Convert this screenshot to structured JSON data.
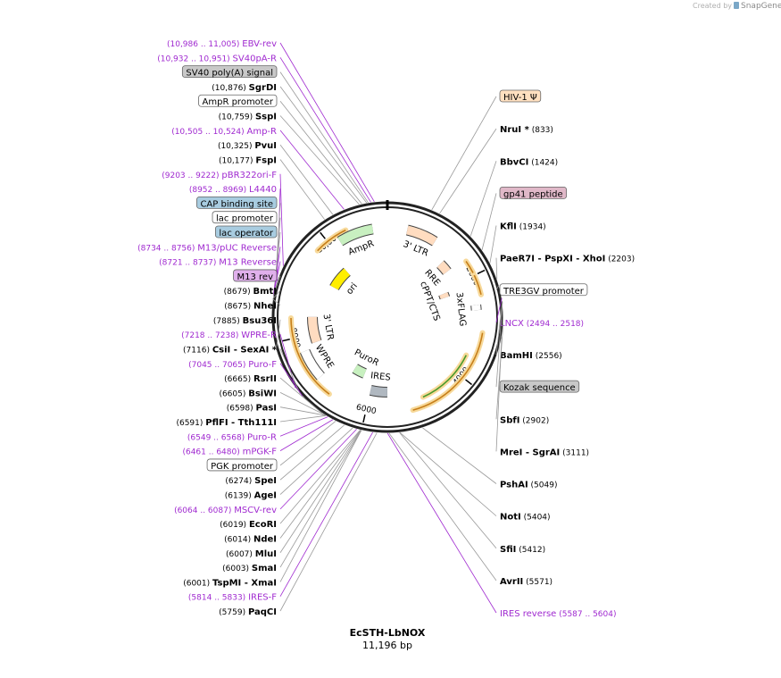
{
  "watermark": {
    "created_by": "Created by",
    "app": "SnapGene"
  },
  "plasmid": {
    "name": "EcSTH-LbNOX",
    "size_label": "11,196 bp",
    "length_bp": 11196
  },
  "colors": {
    "enzyme_line": "#999999",
    "primer": "#a02ad0",
    "feature_ltr": "#ffdcc0",
    "feature_gray": "#b0b8c0",
    "feature_blue": "#a8cce0",
    "feature_pink": "#e0b8c8",
    "feature_purple": "#e0b0ec",
    "orf_green": "#4a9a2a",
    "orf_fill": "#f7d99a"
  },
  "tick_labels": [
    {
      "bp": 2000,
      "label": "2000"
    },
    {
      "bp": 4000,
      "label": "4000"
    },
    {
      "bp": 6000,
      "label": "6000"
    },
    {
      "bp": 8000,
      "label": "8000"
    },
    {
      "bp": 10000,
      "label": "10,000"
    }
  ],
  "labels": [
    {
      "kind": "feature",
      "name": "SV40 poly(A) signal",
      "style": "gray",
      "bp": 10900
    },
    {
      "kind": "primer",
      "name": "EBV-rev",
      "coords": "(10,986 .. 11,005)",
      "bp": 10995
    },
    {
      "kind": "primer",
      "name": "SV40pA-R",
      "coords": "(10,932 .. 10,951)",
      "bp": 10941
    },
    {
      "kind": "enzyme",
      "name": "SgrDI",
      "coords": "(10,876)",
      "bp": 10876
    },
    {
      "kind": "feature",
      "name": "AmpR promoter",
      "style": "white",
      "bp": 10800
    },
    {
      "kind": "enzyme",
      "name": "SspI",
      "coords": "(10,759)",
      "bp": 10759
    },
    {
      "kind": "primer",
      "name": "Amp-R",
      "coords": "(10,505 .. 10,524)",
      "bp": 10514
    },
    {
      "kind": "enzyme",
      "name": "PvuI",
      "coords": "(10,325)",
      "bp": 10325
    },
    {
      "kind": "enzyme",
      "name": "FspI",
      "coords": "(10,177)",
      "bp": 10177
    },
    {
      "kind": "primer",
      "name": "pBR322ori-F",
      "coords": "(9203 .. 9222)",
      "bp": 9212
    },
    {
      "kind": "primer",
      "name": "L4440",
      "coords": "(8952 .. 8969)",
      "bp": 8960
    },
    {
      "kind": "feature",
      "name": "CAP binding site",
      "style": "blue",
      "bp": 8860
    },
    {
      "kind": "feature",
      "name": "lac promoter",
      "style": "white",
      "bp": 8830
    },
    {
      "kind": "primer",
      "name": "M13/pUC Reverse",
      "coords": "(8734 .. 8756)",
      "bp": 8745
    },
    {
      "kind": "feature",
      "name": "lac operator",
      "style": "blue",
      "bp": 8760
    },
    {
      "kind": "primer",
      "name": "M13 Reverse",
      "coords": "(8721 .. 8737)",
      "bp": 8729
    },
    {
      "kind": "feature",
      "name": "M13 rev",
      "style": "purple",
      "bp": 8729
    },
    {
      "kind": "enzyme",
      "name": "BmtI",
      "coords": "(8679)",
      "bp": 8679
    },
    {
      "kind": "enzyme",
      "name": "NheI",
      "coords": "(8675)",
      "bp": 8675
    },
    {
      "kind": "enzyme",
      "name": "Bsu36I",
      "coords": "(7885)",
      "bp": 7885
    },
    {
      "kind": "primer",
      "name": "WPRE-R",
      "coords": "(7218 .. 7238)",
      "bp": 7228
    },
    {
      "kind": "enzyme",
      "name": "CsiI",
      "coords": "(7116)",
      "extra": "-  SexAI *",
      "bp": 7116
    },
    {
      "kind": "primer",
      "name": "Puro-F",
      "coords": "(7045 .. 7065)",
      "bp": 7055
    },
    {
      "kind": "enzyme",
      "name": "RsrII",
      "coords": "(6665)",
      "bp": 6665
    },
    {
      "kind": "enzyme",
      "name": "BsiWI",
      "coords": "(6605)",
      "bp": 6605
    },
    {
      "kind": "enzyme",
      "name": "PasI",
      "coords": "(6598)",
      "bp": 6598
    },
    {
      "kind": "enzyme",
      "name": "PflFI",
      "coords": "(6591)",
      "extra": "-  Tth111I",
      "bp": 6591
    },
    {
      "kind": "primer",
      "name": "Puro-R",
      "coords": "(6549 .. 6568)",
      "bp": 6558
    },
    {
      "kind": "primer",
      "name": "mPGK-F",
      "coords": "(6461 .. 6480)",
      "bp": 6470
    },
    {
      "kind": "feature",
      "name": "PGK promoter",
      "style": "white",
      "bp": 6420
    },
    {
      "kind": "enzyme",
      "name": "SpeI",
      "coords": "(6274)",
      "bp": 6274
    },
    {
      "kind": "enzyme",
      "name": "AgeI",
      "coords": "(6139)",
      "bp": 6139
    },
    {
      "kind": "primer",
      "name": "MSCV-rev",
      "coords": "(6064 .. 6087)",
      "bp": 6075
    },
    {
      "kind": "enzyme",
      "name": "EcoRI",
      "coords": "(6019)",
      "bp": 6019
    },
    {
      "kind": "enzyme",
      "name": "NdeI",
      "coords": "(6014)",
      "bp": 6014
    },
    {
      "kind": "enzyme",
      "name": "MluI",
      "coords": "(6007)",
      "bp": 6007
    },
    {
      "kind": "enzyme",
      "name": "SmaI",
      "coords": "(6003)",
      "bp": 6003
    },
    {
      "kind": "enzyme",
      "name": "TspMI",
      "coords": "(6001)",
      "extra": "-  XmaI",
      "bp": 6001
    },
    {
      "kind": "primer",
      "name": "IRES-F",
      "coords": "(5814 .. 5833)",
      "bp": 5823
    },
    {
      "kind": "enzyme",
      "name": "PaqCI",
      "coords": "(5759)",
      "bp": 5759
    },
    {
      "kind": "primer",
      "name": "IRES reverse",
      "coords": "(5587 .. 5604)",
      "bp": 5595
    },
    {
      "kind": "enzyme",
      "name": "AvrII",
      "coords": "(5571)",
      "bp": 5571
    },
    {
      "kind": "enzyme",
      "name": "SfiI",
      "coords": "(5412)",
      "bp": 5412
    },
    {
      "kind": "enzyme",
      "name": "NotI",
      "coords": "(5404)",
      "bp": 5404
    },
    {
      "kind": "enzyme",
      "name": "PshAI",
      "coords": "(5049)",
      "bp": 5049
    },
    {
      "kind": "feature",
      "name": "HIV-1 Ψ",
      "style": "orange",
      "bp": 700
    },
    {
      "kind": "enzyme",
      "name": "NruI *",
      "coords": "(833)",
      "bp": 833
    },
    {
      "kind": "enzyme",
      "name": "BbvCI",
      "coords": "(1424)",
      "bp": 1424
    },
    {
      "kind": "feature",
      "name": "gp41 peptide",
      "style": "pink",
      "bp": 1700
    },
    {
      "kind": "enzyme",
      "name": "KflI",
      "coords": "(1934)",
      "bp": 1934
    },
    {
      "kind": "enzyme",
      "name": "PaeR7I",
      "extra_after": "-  PspXI   -  XhoI",
      "coords": "(2203)",
      "bp": 2203
    },
    {
      "kind": "feature",
      "name": "TRE3GV promoter",
      "style": "white",
      "bp": 2300
    },
    {
      "kind": "primer",
      "name": "LNCX",
      "coords": "(2494 .. 2518)",
      "bp": 2506
    },
    {
      "kind": "enzyme",
      "name": "BamHI",
      "coords": "(2556)",
      "bp": 2556
    },
    {
      "kind": "feature",
      "name": "Kozak sequence",
      "style": "gray",
      "bp": 2570
    },
    {
      "kind": "enzyme",
      "name": "SbfI",
      "coords": "(2902)",
      "bp": 2902
    },
    {
      "kind": "enzyme",
      "name": "MreI",
      "extra_after": "-  SgrAI",
      "coords": "(3111)",
      "bp": 3111
    }
  ],
  "features": [
    {
      "name": "3' LTR",
      "label": "3' LTR",
      "start": 400,
      "end": 1000,
      "type": "ltr"
    },
    {
      "name": "RRE",
      "label": "RRE",
      "start": 1400,
      "end": 1640,
      "type": "ltr"
    },
    {
      "name": "cPPT/CTS",
      "label": "cPPT/CTS",
      "start": 2100,
      "end": 2220,
      "type": "ltr"
    },
    {
      "name": "3xFLAG",
      "label": "3xFLAG",
      "start": 2560,
      "end": 2660,
      "type": "white"
    },
    {
      "name": "IRES",
      "label": "IRES",
      "start": 5600,
      "end": 6000,
      "type": "gray"
    },
    {
      "name": "PuroR",
      "label": "PuroR",
      "start": 6280,
      "end": 6600,
      "type": "green"
    },
    {
      "name": "WPRE",
      "label": "WPRE",
      "start": 7100,
      "end": 7700,
      "type": "white"
    },
    {
      "name": "3' LTR",
      "label": "3' LTR",
      "start": 7800,
      "end": 8400,
      "type": "ltr"
    },
    {
      "name": "ori",
      "label": "ori",
      "start": 9300,
      "end": 9900,
      "type": "yellow"
    },
    {
      "name": "AmpR",
      "label": "AmpR",
      "start": 10200,
      "end": 10900,
      "type": "green"
    }
  ]
}
